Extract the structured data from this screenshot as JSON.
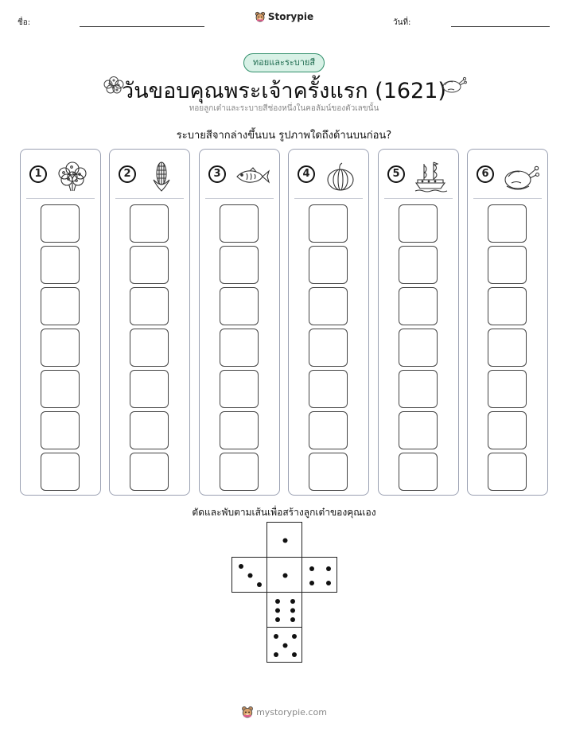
{
  "header": {
    "name_label": "ชื่อ:",
    "date_label": "วันที่:",
    "brand": "Storypie"
  },
  "badge": "ทอยและระบายสี",
  "title": "วันขอบคุณพระเจ้าครั้งแรก (1621)",
  "subtitle": "ทอยลูกเต๋าและระบายสีช่องหนึ่งในคอลัมน์ของตัวเลขนั้น",
  "instruction": "ระบายสีจากล่างขึ้นบน รูปภาพใดถึงด้านบนก่อน?",
  "columns": [
    {
      "number": "1",
      "icon": "bush-icon"
    },
    {
      "number": "2",
      "icon": "corn-icon"
    },
    {
      "number": "3",
      "icon": "fish-icon"
    },
    {
      "number": "4",
      "icon": "pumpkin-icon"
    },
    {
      "number": "5",
      "icon": "ship-icon"
    },
    {
      "number": "6",
      "icon": "turkey-icon"
    }
  ],
  "boxes_per_column": 7,
  "dice_caption": "ตัดและพับตามเส้นเพื่อสร้างลูกเต๋าของคุณเอง",
  "dice_faces": [
    1,
    3,
    1,
    4,
    6,
    5
  ],
  "footer": "mystorypie.com"
}
